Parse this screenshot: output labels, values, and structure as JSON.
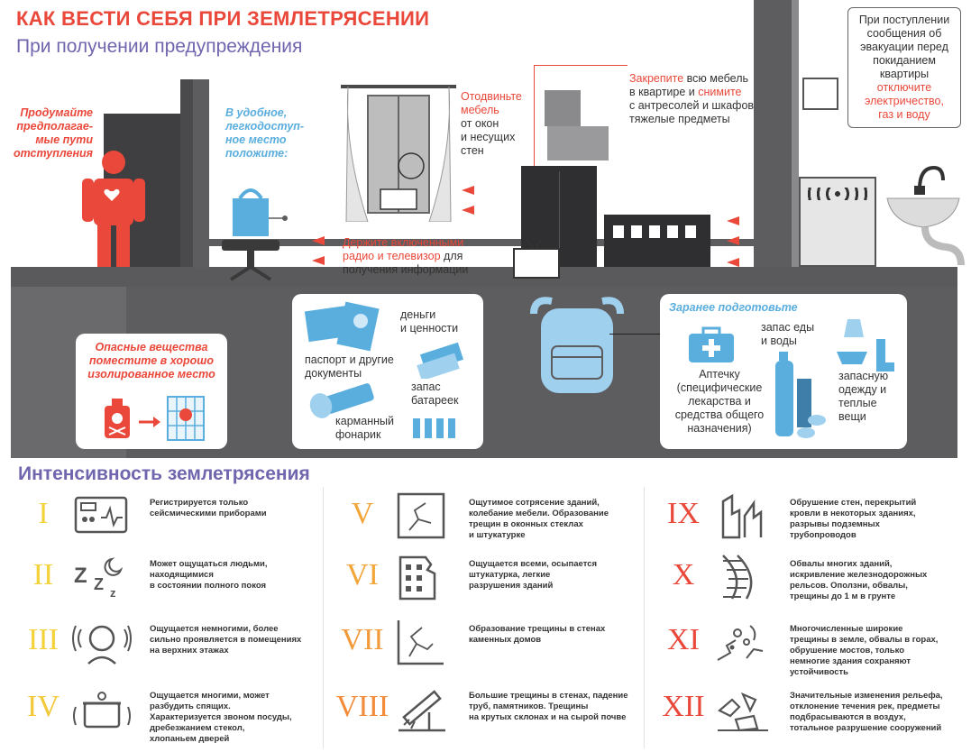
{
  "header": {
    "title": "КАК ВЕСТИ СЕБЯ ПРИ ЗЕМЛЕТРЯСЕНИИ",
    "subtitle": "При получении предупреждения"
  },
  "colors": {
    "accent_red": "#e9483a",
    "accent_blue": "#5aaede",
    "accent_purple": "#6f66ae",
    "dark_grey": "#5d5c5e"
  },
  "scene": {
    "escape_note": [
      "Продумайте",
      "предполагае-",
      "мые пути",
      "отступления"
    ],
    "bag_note": [
      "В удобное,",
      "легкодоступ-",
      "ное место",
      "положите:"
    ],
    "furniture_note": {
      "lead_red": "Отодвиньте",
      "line2_red": "мебель",
      "rest": [
        "от окон",
        "и несущих",
        "стен"
      ]
    },
    "fasten_note": {
      "red1": "Закрепите",
      "t1": " всю мебель",
      "t2": "в квартире и ",
      "red2": "снимите",
      "t3": "с антресолей и шкафов",
      "t4": "тяжелые предметы"
    },
    "radio_note": {
      "red1": "Держите включенными",
      "red2": "радио и телевизор",
      "t1": " для",
      "t2": "получения информации"
    },
    "evac_note": {
      "t": [
        "При поступлении",
        "сообщения об",
        "эвакуации перед",
        "покиданием",
        "квартиры"
      ],
      "red": [
        "отключите",
        "электричество,",
        "газ и воду"
      ]
    }
  },
  "hazard_card": {
    "title": [
      "Опасные вещества",
      "поместите в хорошо",
      "изолированное место"
    ]
  },
  "docs_card": {
    "money": [
      "деньги",
      "и ценности"
    ],
    "passport": [
      "паспорт и другие",
      "документы"
    ],
    "batteries": [
      "запас",
      "батареек"
    ],
    "flashlight": [
      "карманный",
      "фонарик"
    ]
  },
  "prep_card": {
    "title": "Заранее подготовьте",
    "food": [
      "запас еды",
      "и воды"
    ],
    "kit": [
      "Аптечку",
      "(специфические",
      "лекарства и",
      "средства общего",
      "назначения)"
    ],
    "clothes": [
      "запасную",
      "одежду и",
      "теплые",
      "вещи"
    ]
  },
  "intensity": {
    "title": "Интенсивность землетрясения",
    "levels": [
      {
        "num": "I",
        "color": "#f3d23a",
        "text": [
          "Регистрируется только",
          "сейсмическими приборами"
        ],
        "icon": "seismograph-icon"
      },
      {
        "num": "II",
        "color": "#f3d23a",
        "text": [
          "Может ощущаться людьми,",
          "находящимися",
          "в состоянии полного покоя"
        ],
        "icon": "sleep-icon"
      },
      {
        "num": "III",
        "color": "#f3d23a",
        "text": [
          "Ощущается немногими, более",
          "сильно проявляется в помещениях",
          "на верхних этажах"
        ],
        "icon": "head-vibration-icon"
      },
      {
        "num": "IV",
        "color": "#f3c93a",
        "text": [
          "Ощущается многими, может",
          "разбудить спящих.",
          "Характеризуется звоном посуды,",
          "дребезжанием стекол,",
          "хлопаньем дверей"
        ],
        "icon": "pot-icon"
      },
      {
        "num": "V",
        "color": "#f2a63a",
        "text": [
          "Ощутимое сотрясение зданий,",
          "колебание мебели. Образование",
          "трещин в оконных стеклах",
          "и штукатурке"
        ],
        "icon": "cracked-window-icon"
      },
      {
        "num": "VI",
        "color": "#f2a63a",
        "text": [
          "Ощущается всеми, осыпается",
          "штукатурка, легкие",
          "разрушения зданий"
        ],
        "icon": "damaged-building-icon"
      },
      {
        "num": "VII",
        "color": "#f29a3a",
        "text": [
          "Образование трещины в стенах",
          "каменных домов"
        ],
        "icon": "cracked-wall-icon"
      },
      {
        "num": "VIII",
        "color": "#f28c3a",
        "text": [
          "Большие трещины в стенах, падение",
          "труб, памятников. Трещины",
          "на крутых склонах и на сырой почве"
        ],
        "icon": "falling-pipe-icon"
      },
      {
        "num": "IX",
        "color": "#e9483a",
        "text": [
          "Обрушение стен, перекрытий",
          "кровли в некоторых зданиях,",
          "разрывы подземных",
          "трубопроводов"
        ],
        "icon": "collapsed-wall-icon"
      },
      {
        "num": "X",
        "color": "#e9483a",
        "text": [
          "Обвалы многих зданий,",
          "искривление железнодорожных",
          "рельсов. Оползни, обвалы,",
          "трещины до 1 м в грунте"
        ],
        "icon": "bent-rails-icon"
      },
      {
        "num": "XI",
        "color": "#e9483a",
        "text": [
          "Многочисленные широкие",
          "трещины в земле, обвалы в горах,",
          "обрушение мостов, только",
          "немногие здания сохраняют",
          "устойчивость"
        ],
        "icon": "ground-cracks-icon"
      },
      {
        "num": "XII",
        "color": "#e9483a",
        "text": [
          "Значительные изменения рельефа,",
          "отклонение течения рек, предметы",
          "подбрасываются в воздух,",
          "тотальное разрушение сооружений"
        ],
        "icon": "total-destruction-icon"
      }
    ]
  }
}
